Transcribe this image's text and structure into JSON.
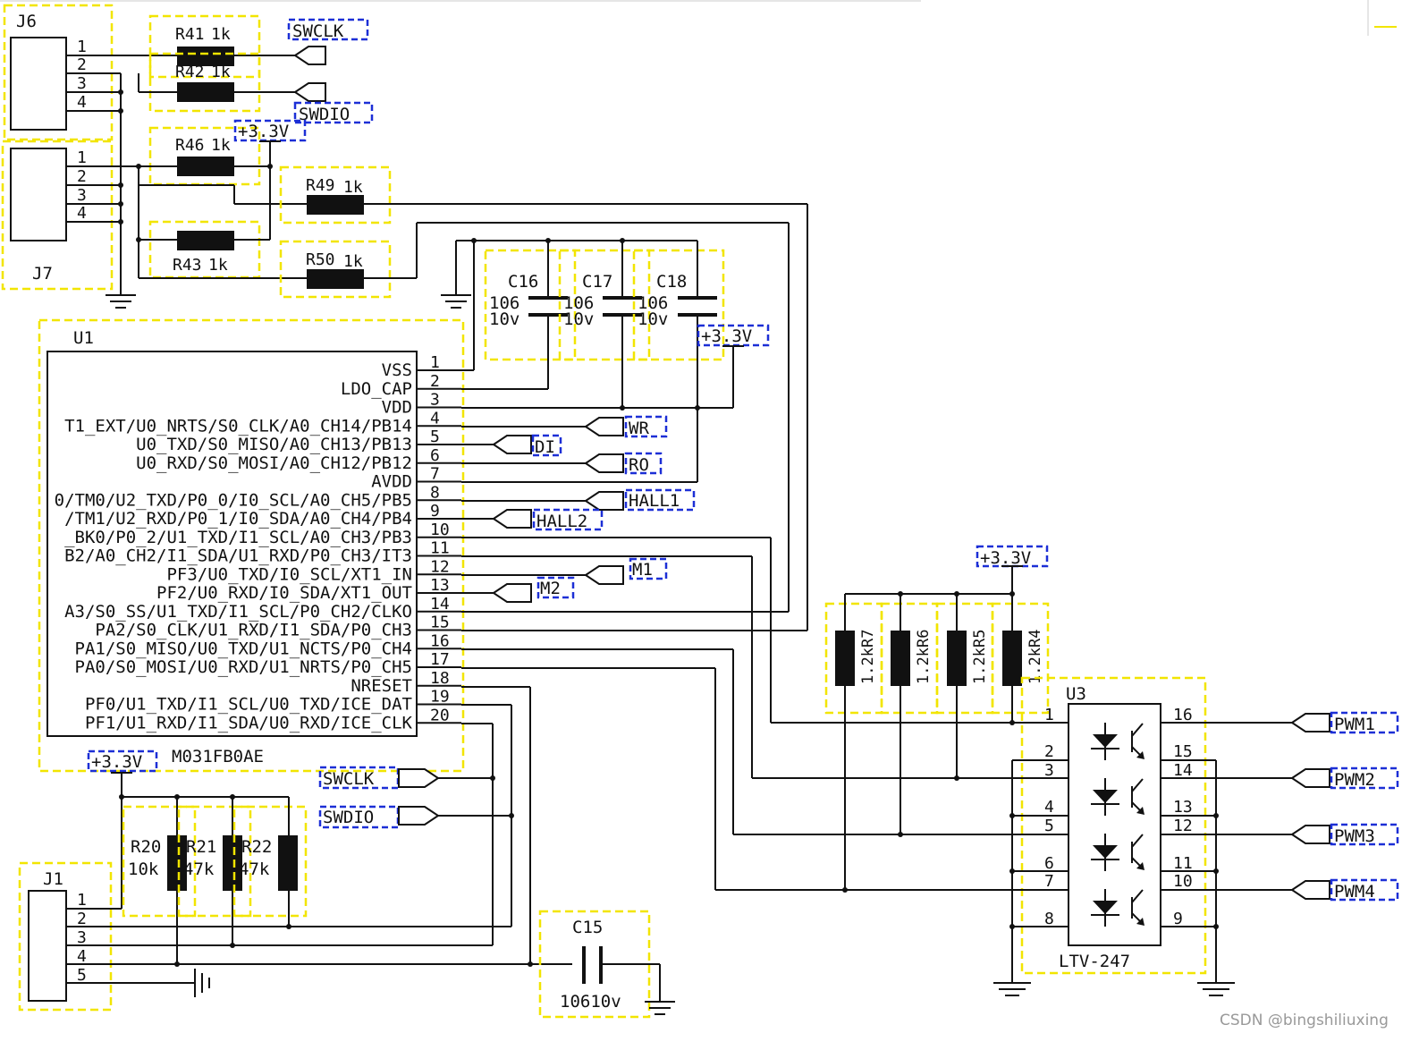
{
  "u1": {
    "ref": "U1",
    "part": "M031FB0AE",
    "pins": [
      {
        "num": "1",
        "name": "VSS"
      },
      {
        "num": "2",
        "name": "LDO_CAP"
      },
      {
        "num": "3",
        "name": "VDD"
      },
      {
        "num": "4",
        "name": "T1_EXT/U0_NRTS/S0_CLK/A0_CH14/PB14"
      },
      {
        "num": "5",
        "name": "U0_TXD/S0_MISO/A0_CH13/PB13"
      },
      {
        "num": "6",
        "name": "U0_RXD/S0_MOSI/A0_CH12/PB12"
      },
      {
        "num": "7",
        "name": "AVDD"
      },
      {
        "num": "8",
        "name": "0/TM0/U2_TXD/P0_0/I0_SCL/A0_CH5/PB5"
      },
      {
        "num": "9",
        "name": "/TM1/U2_RXD/P0_1/I0_SDA/A0_CH4/PB4"
      },
      {
        "num": "10",
        "name": "_BK0/P0_2/U1_TXD/I1_SCL/A0_CH3/PB3"
      },
      {
        "num": "11",
        "name": "B2/A0_CH2/I1_SDA/U1_RXD/P0_CH3/IT3"
      },
      {
        "num": "12",
        "name": "PF3/U0_TXD/I0_SCL/XT1_IN"
      },
      {
        "num": "13",
        "name": "PF2/U0_RXD/I0_SDA/XT1_OUT"
      },
      {
        "num": "14",
        "name": "A3/S0_SS/U1_TXD/I1_SCL/P0_CH2/CLKO"
      },
      {
        "num": "15",
        "name": "PA2/S0_CLK/U1_RXD/I1_SDA/P0_CH3"
      },
      {
        "num": "16",
        "name": "PA1/S0_MISO/U0_TXD/U1_NCTS/P0_CH4"
      },
      {
        "num": "17",
        "name": "PA0/S0_MOSI/U0_RXD/U1_NRTS/P0_CH5"
      },
      {
        "num": "18",
        "name": "NRESET"
      },
      {
        "num": "19",
        "name": "PF0/U1_TXD/I1_SCL/U0_TXD/ICE_DAT"
      },
      {
        "num": "20",
        "name": "PF1/U1_RXD/I1_SDA/U0_RXD/ICE_CLK"
      }
    ]
  },
  "u3": {
    "ref": "U3",
    "part": "LTV-247",
    "left_pins": [
      "1",
      "2",
      "3",
      "4",
      "5",
      "6",
      "7",
      "8"
    ],
    "right_pins": [
      "16",
      "15",
      "14",
      "13",
      "12",
      "11",
      "10",
      "9"
    ]
  },
  "connectors": {
    "j6": {
      "ref": "J6",
      "pins": [
        "1",
        "2",
        "3",
        "4"
      ]
    },
    "j7": {
      "ref": "J7",
      "pins": [
        "1",
        "2",
        "3",
        "4"
      ]
    },
    "j1": {
      "ref": "J1",
      "pins": [
        "1",
        "2",
        "3",
        "4",
        "5"
      ]
    }
  },
  "resistors": {
    "r41": {
      "ref": "R41",
      "value": "1k"
    },
    "r42": {
      "ref": "R42",
      "value": "1k"
    },
    "r46": {
      "ref": "R46",
      "value": "1k"
    },
    "r43": {
      "ref": "R43",
      "value": "1k"
    },
    "r49": {
      "ref": "R49",
      "value": "1k"
    },
    "r50": {
      "ref": "R50",
      "value": "1k"
    },
    "r20": {
      "ref": "R20",
      "value": "10k"
    },
    "r21": {
      "ref": "R21",
      "value": "47k"
    },
    "r22": {
      "ref": "R22",
      "value": "47k"
    },
    "r7": {
      "ref": "R7",
      "value": "1.2k"
    },
    "r6": {
      "ref": "R6",
      "value": "1.2k"
    },
    "r5": {
      "ref": "R5",
      "value": "1.2k"
    },
    "r4": {
      "ref": "R4",
      "value": "1.2k"
    }
  },
  "capacitors": {
    "c16": {
      "ref": "C16",
      "value": "106",
      "voltage": "10v"
    },
    "c17": {
      "ref": "C17",
      "value": "106",
      "voltage": "10v"
    },
    "c18": {
      "ref": "C18",
      "value": "106",
      "voltage": "10v"
    },
    "c15": {
      "ref": "C15",
      "value": "10610v"
    }
  },
  "net_labels": {
    "swclk": "SWCLK",
    "swdio": "SWDIO",
    "vcc": "+3.3V",
    "wr": "WR",
    "di": "DI",
    "ro": "RO",
    "hall1": "HALL1",
    "hall2": "HALL2",
    "m1": "M1",
    "m2": "M2",
    "pwm1": "PWM1",
    "pwm2": "PWM2",
    "pwm3": "PWM3",
    "pwm4": "PWM4"
  },
  "watermark": "CSDN @bingshiliuxing"
}
